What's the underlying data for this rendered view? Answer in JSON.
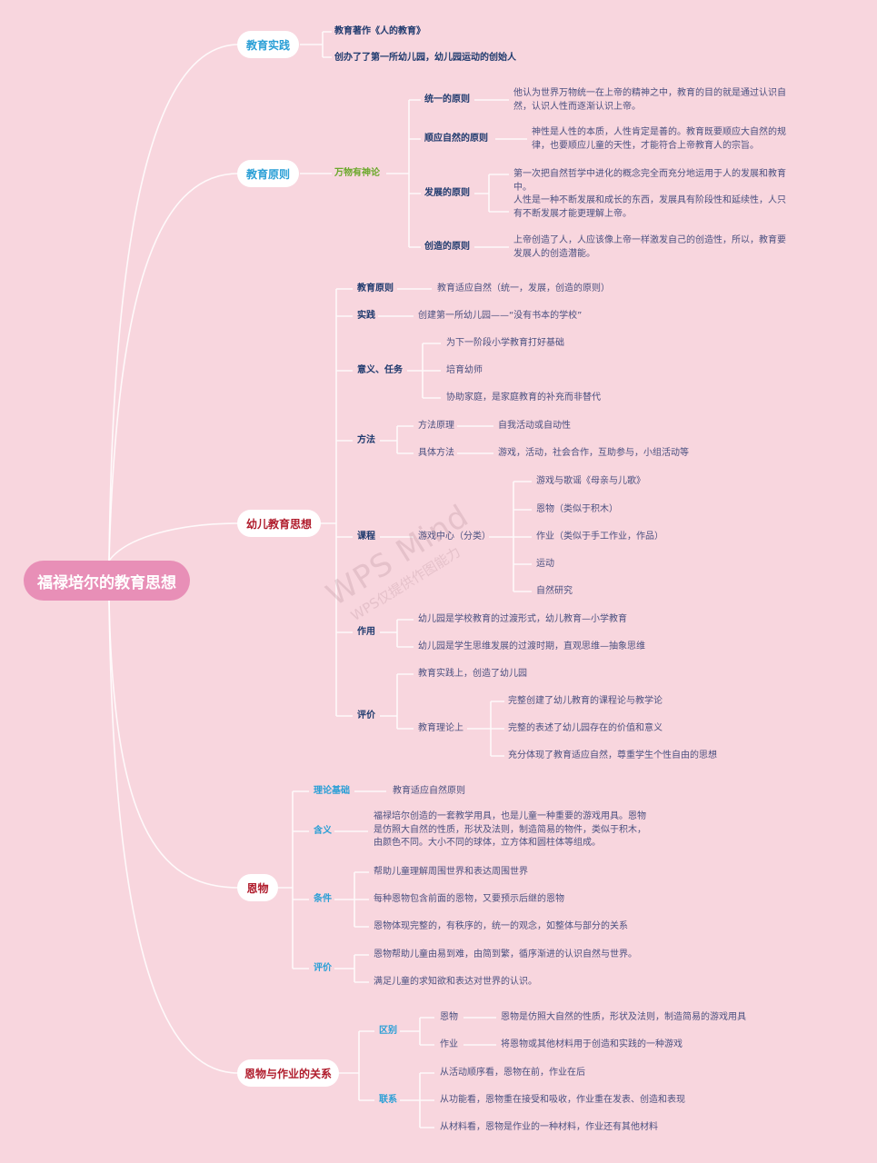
{
  "root": {
    "label": "福禄培尔的教育思想"
  },
  "watermark": {
    "line1": "WPS Mind",
    "line2": "WPS仅提供作图能力"
  },
  "branches": {
    "practice": {
      "label": "教育实践",
      "items": [
        "教育著作《人的教育》",
        "创办了了第一所幼儿园，幼儿园运动的创始人"
      ]
    },
    "principles": {
      "label": "教育原则",
      "sub": "万物有神论",
      "items": [
        {
          "label": "统一的原则",
          "text": "他认为世界万物统一在上帝的精神之中，教育的目的就是通过认识自然，认识人性而逐渐认识上帝。"
        },
        {
          "label": "顺应自然的原则",
          "text": "神性是人性的本质，人性肯定是善的。教育既要顺应大自然的规律，也要顺应儿童的天性，才能符合上帝教育人的宗旨。"
        },
        {
          "label": "发展的原则",
          "text1": "第一次把自然哲学中进化的概念完全而充分地运用于人的发展和教育中。",
          "text2": "人性是一种不断发展和成长的东西，发展具有阶段性和延续性，人只有不断发展才能更理解上帝。"
        },
        {
          "label": "创造的原则",
          "text": "上帝创造了人，人应该像上帝一样激发自己的创造性，所以，教育要发展人的创造潜能。"
        }
      ]
    },
    "kindergarten": {
      "label": "幼儿教育思想",
      "principle": {
        "label": "教育原则",
        "text": "教育适应自然（统一，发展，创造的原则）"
      },
      "practice": {
        "label": "实践",
        "text": "创建第一所幼儿园——“没有书本的学校”"
      },
      "meaning": {
        "label": "意义、任务",
        "items": [
          "为下一阶段小学教育打好基础",
          "培育幼师",
          "协助家庭，是家庭教育的补充而非替代"
        ]
      },
      "method": {
        "label": "方法",
        "items": [
          {
            "label": "方法原理",
            "text": "自我活动或自动性"
          },
          {
            "label": "具体方法",
            "text": "游戏，活动，社会合作，互助参与，小组活动等"
          }
        ]
      },
      "course": {
        "label": "课程",
        "center": "游戏中心（分类）",
        "items": [
          "游戏与歌谣《母亲与儿歌》",
          "恩物（类似于积木）",
          "作业（类似于手工作业，作品）",
          "运动",
          "自然研究"
        ]
      },
      "role": {
        "label": "作用",
        "items": [
          "幼儿园是学校教育的过渡形式，幼儿教育—小学教育",
          "幼儿园是学生思维发展的过渡时期，直观思维—抽象思维"
        ]
      },
      "evaluation": {
        "label": "评价",
        "practice": "教育实践上，创造了幼儿园",
        "theory": "教育理论上",
        "theory_items": [
          "完整创建了幼儿教育的课程论与教学论",
          "完整的表述了幼儿园存在的价值和意义",
          "充分体现了教育适应自然，尊重学生个性自由的思想"
        ]
      }
    },
    "gifts": {
      "label": "恩物",
      "basis": {
        "label": "理论基础",
        "text": "教育适应自然原则"
      },
      "meaning": {
        "label": "含义",
        "text": "福禄培尔创造的一套教学用具，也是儿童一种重要的游戏用具。恩物是仿照大自然的性质，形状及法则，制造简易的物件，类似于积木，由颜色不同。大小不同的球体，立方体和圆柱体等组成。"
      },
      "conditions": {
        "label": "条件",
        "items": [
          "帮助儿童理解周围世界和表达周围世界",
          "每种恩物包含前面的恩物，又要预示后继的恩物",
          "恩物体现完整的，有秩序的，统一的观念，如整体与部分的关系"
        ]
      },
      "evaluation": {
        "label": "评价",
        "items": [
          "恩物帮助儿童由易到难，由简到繁，循序渐进的认识自然与世界。",
          "满足儿童的求知欲和表达对世界的认识。"
        ]
      }
    },
    "relation": {
      "label": "恩物与作业的关系",
      "difference": {
        "label": "区别",
        "items": [
          {
            "label": "恩物",
            "text": "恩物是仿照大自然的性质，形状及法则，制造简易的游戏用具"
          },
          {
            "label": "作业",
            "text": "将恩物或其他材料用于创造和实践的一种游戏"
          }
        ]
      },
      "connection": {
        "label": "联系",
        "items": [
          "从活动顺序看，恩物在前，作业在后",
          "从功能看，恩物重在接受和吸收，作业重在发表、创造和表现",
          "从材料看，恩物是作业的一种材料，作业还有其他材料"
        ]
      }
    }
  },
  "colors": {
    "background": "#f8d6de",
    "root": "#e88fb7",
    "blue": "#2a9fd6",
    "red": "#b01c2c",
    "green": "#6aa82a",
    "navy": "#1f3a6e",
    "text": "#4a5080"
  }
}
